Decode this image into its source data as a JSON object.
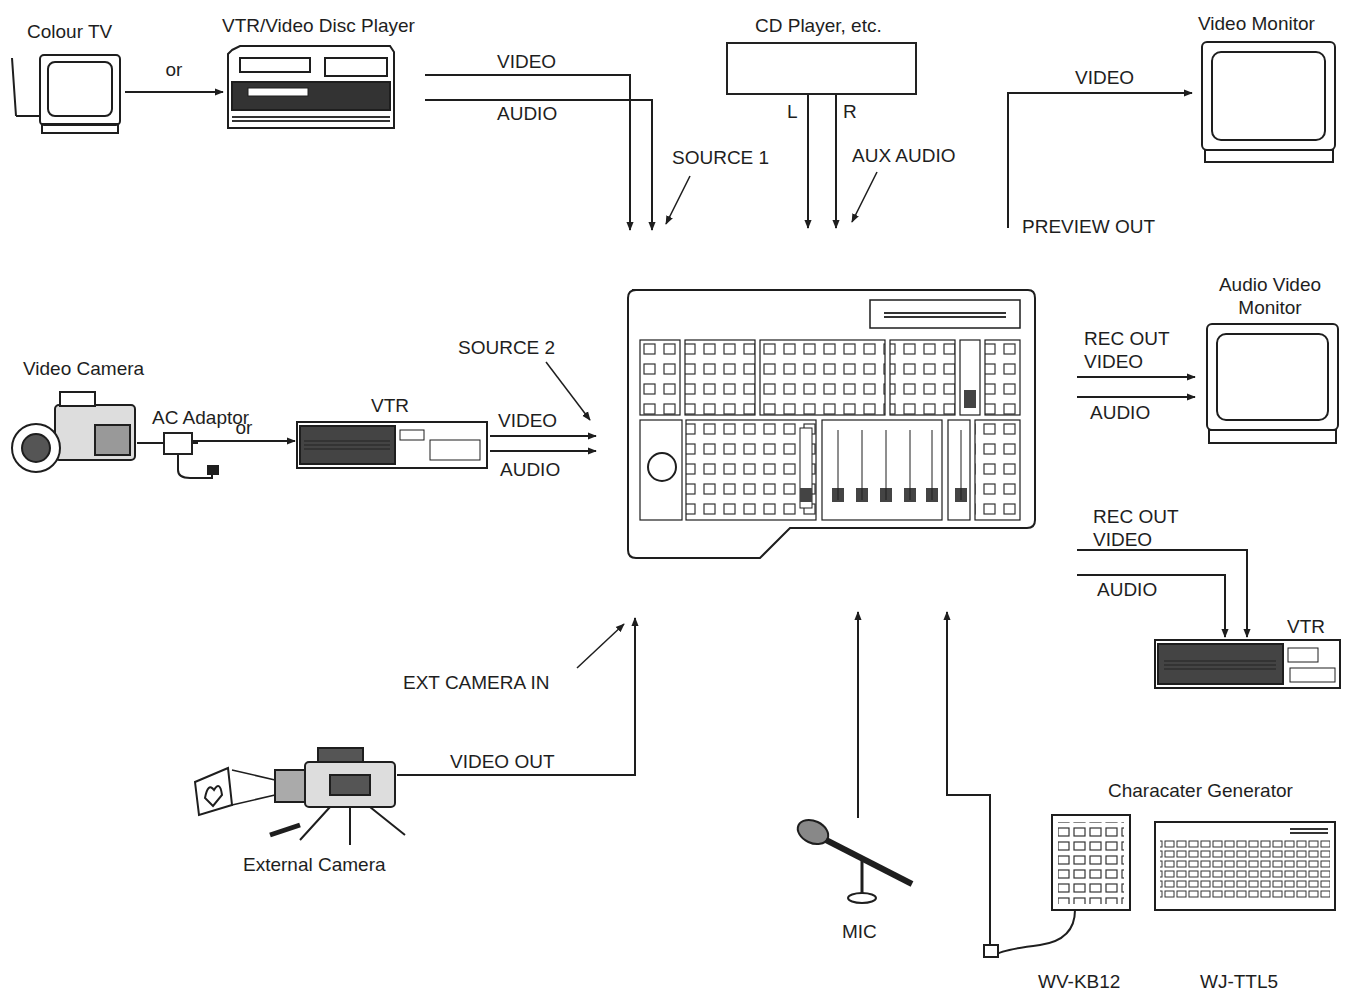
{
  "diagram": {
    "nodes": [
      {
        "text": [
          "Colour TV"
        ]
      },
      {
        "text": [
          "VTR/Video Disc Player"
        ]
      },
      {
        "text": [
          "CD Player, etc."
        ]
      },
      {
        "text": [
          "Video Monitor"
        ]
      },
      {
        "text": [
          "Video Camera"
        ]
      },
      {
        "text": [
          "AC Adaptor"
        ]
      },
      {
        "text": [
          "VTR"
        ]
      },
      {
        "text": [
          "Audio Video Monitor"
        ]
      },
      {
        "text": [
          "VTR"
        ]
      },
      {
        "text": [
          "External Camera"
        ]
      }
    ],
    "edges": [
      {
        "from": 0,
        "to": 1,
        "label": "or",
        "arrow": "to"
      },
      {
        "from": 4,
        "to": 5,
        "arrow": "none"
      },
      {
        "from": 5,
        "to": 6,
        "label": "or",
        "arrow": "to"
      }
    ],
    "labels": [
      "VIDEO",
      "AUDIO",
      "SOURCE 1",
      "L",
      "R",
      "AUX AUDIO",
      "VIDEO",
      "PREVIEW OUT",
      "SOURCE 2",
      "VIDEO",
      "AUDIO",
      "REC OUT VIDEO",
      "AUDIO",
      "REC OUT VIDEO",
      "AUDIO",
      "EXT CAMERA IN",
      "VIDEO OUT",
      "MIC",
      "Characater Generator",
      "WV-KB12",
      "WJ-TTL5"
    ]
  }
}
